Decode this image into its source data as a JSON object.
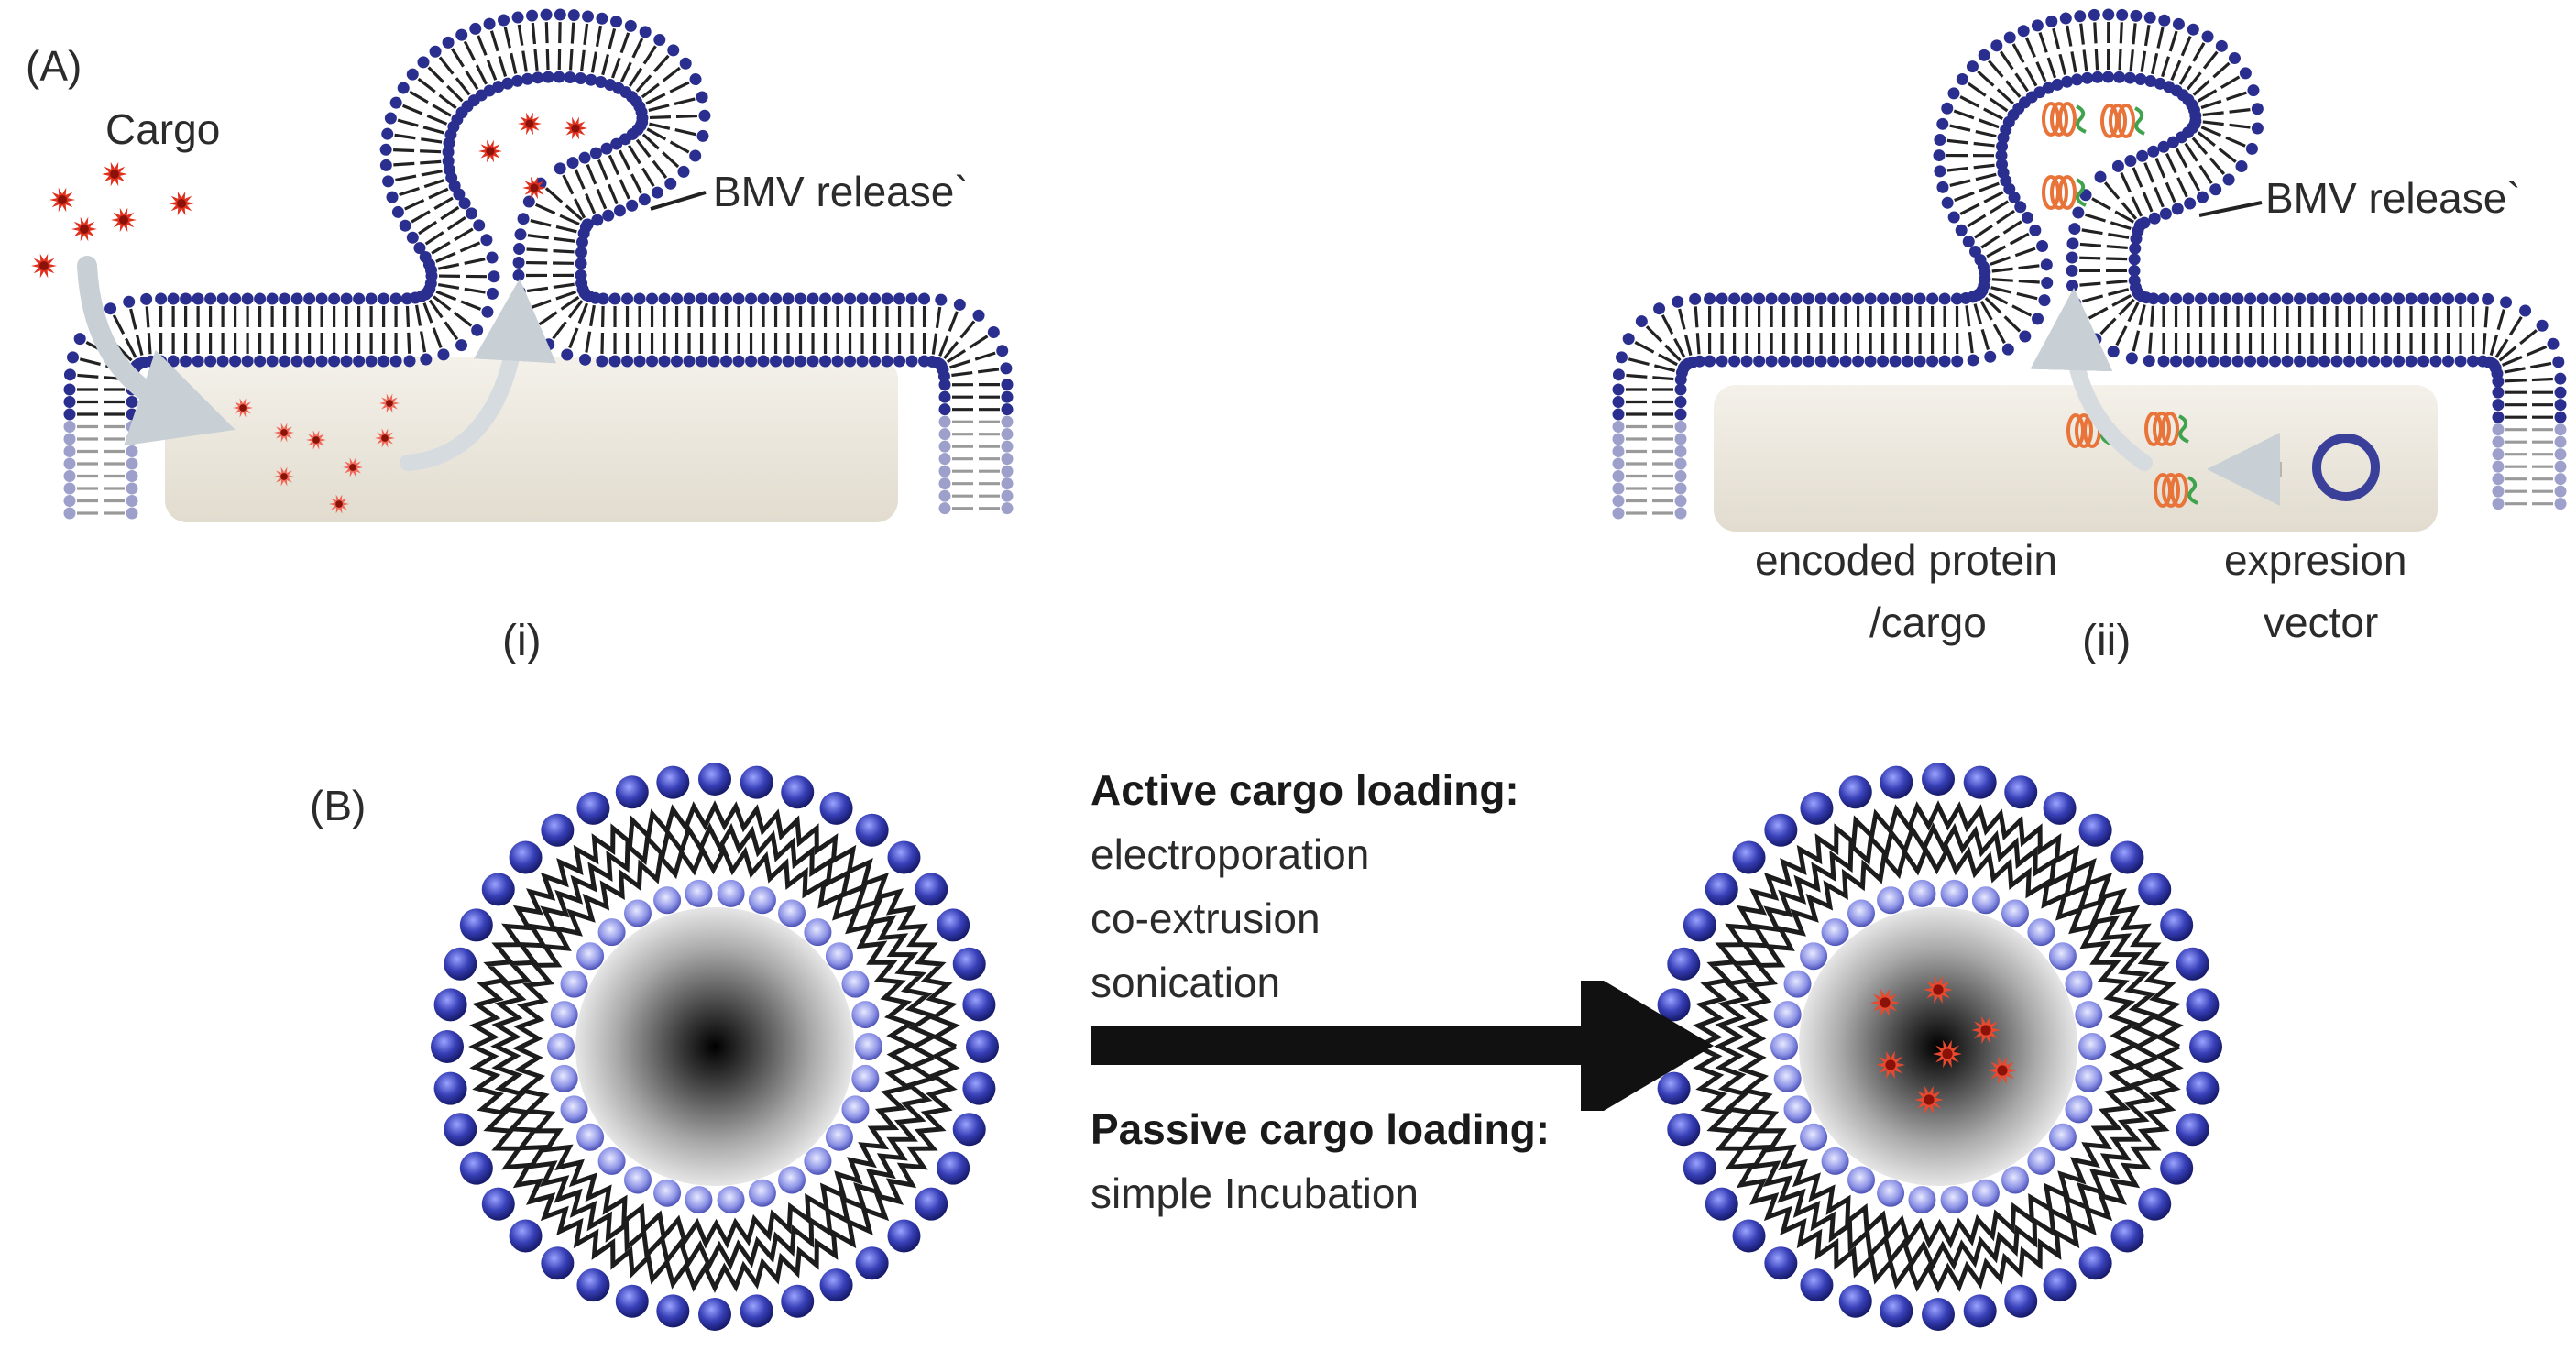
{
  "panel_a": {
    "label": "(A)",
    "left": {
      "cargo_label": "Cargo",
      "release_label": "BMV release`",
      "caption": "(i)"
    },
    "right": {
      "release_label": "BMV release`",
      "protein_label_line1": "encoded protein",
      "protein_label_line2": "/cargo",
      "vector_label_line1": "expresion",
      "vector_label_line2": "vector",
      "caption": "(ii)"
    }
  },
  "panel_b": {
    "label": "(B)",
    "active_title": "Active cargo loading:",
    "active_methods": [
      "electroporation",
      "co-extrusion",
      "sonication"
    ],
    "passive_title": "Passive cargo loading:",
    "passive_methods": [
      "simple Incubation"
    ]
  },
  "colors": {
    "lipid_head": "#2a2f8f",
    "lipid_tail": "#222222",
    "cargo": "#e0301e",
    "protein_orange": "#e8743a",
    "protein_green": "#3fa34d",
    "vector_ring": "#3a3f9a",
    "arrow": "#111111"
  }
}
